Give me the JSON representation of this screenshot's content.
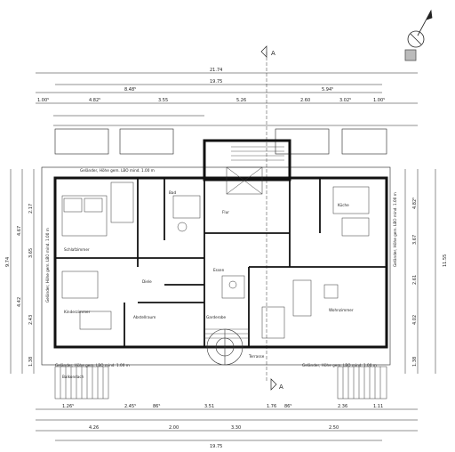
{
  "section_marker": "A",
  "dims_top": {
    "overall": "21.74",
    "row2": "19.75",
    "row3": [
      "8.48⁵",
      "5.94⁵"
    ],
    "row4": [
      "1.00⁵",
      "4.82⁵",
      "3.55",
      "5.26",
      "2.60",
      "3.02⁵",
      "1.00⁵"
    ]
  },
  "dims_bottom": {
    "row1": [
      "1.26⁵",
      "2.45⁵",
      "86⁵",
      "3.51",
      "1.76",
      "86⁵",
      "2.36",
      "1.11"
    ],
    "row2": [
      "4.26",
      "2.00",
      "3.30",
      "2.50"
    ],
    "overall": "19.75"
  },
  "dims_left": [
    "9.74",
    "4.67",
    "4.42",
    "2.17",
    "3.65",
    "2.43",
    "1.38"
  ],
  "dims_right": [
    "11.55",
    "4.82⁵",
    "3.67",
    "2.61",
    "4.02",
    "1.38"
  ],
  "rooms": {
    "schlafzimmer": "Schlafzimmer",
    "kinderzimmer": "Kinderzimmer",
    "kueche": "Küche",
    "bad": "Bad",
    "flur": "Flur",
    "wohnzimmer": "Wohnzimmer",
    "essen": "Essen",
    "abstellraum": "Abstellraum",
    "terrasse": "Terrasse",
    "diele": "Diele",
    "garderobe": "Garderobe",
    "balkon": "Balkondach"
  },
  "notes": {
    "top_left": "Geländer, Höhe gem. LBO mind. 1.00 m",
    "bottom_left": "Geländer, Höhe gem. LBO mind. 1.00 m",
    "bottom_right": "Geländer, Höhe gem. LBO mind. 1.00 m",
    "left_side": "Geländer, Höhe gem. LBO mind. 1.00 m",
    "right_side": "Geländer, Höhe gem. LBO mind. 1.00 m"
  },
  "compass_icon": "north-arrow-icon"
}
